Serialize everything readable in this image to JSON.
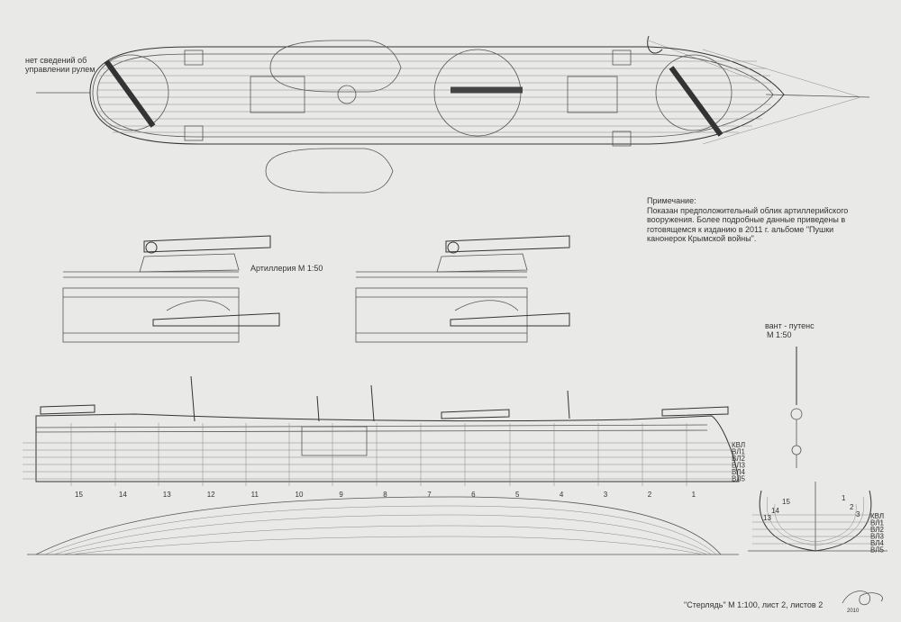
{
  "labels": {
    "rudder_note_line1": "нет сведений об",
    "rudder_note_line2": "управлении рулем",
    "artillery_scale": "Артиллерия М 1:50",
    "chainplate_line1": "вант - путенс",
    "chainplate_line2": "М 1:50",
    "note_title": "Примечание:",
    "note_line1": "Показан предположительный облик артиллерийского",
    "note_line2": "вооружения. Более подробные данные приведены в",
    "note_line3": "готовящемся к изданию в 2011 г. альбоме \"Пушки",
    "note_line4": "канонерок Крымской войны\".",
    "footer": "\"Стерлядь\" М 1:100, лист 2, листов 2",
    "signature_year": "2010"
  },
  "waterlines": [
    "КВЛ",
    "ВЛ1",
    "ВЛ2",
    "ВЛ3",
    "ВЛ4",
    "ВЛ5"
  ],
  "frames": [
    "15",
    "14",
    "13",
    "12",
    "11",
    "10",
    "9",
    "8",
    "7",
    "6",
    "5",
    "4",
    "3",
    "2",
    "1"
  ],
  "body_plan_frames": [
    "15",
    "14",
    "13",
    "1",
    "2",
    "3"
  ],
  "colors": {
    "paper": "#e9e9e7",
    "ink": "#333333"
  }
}
